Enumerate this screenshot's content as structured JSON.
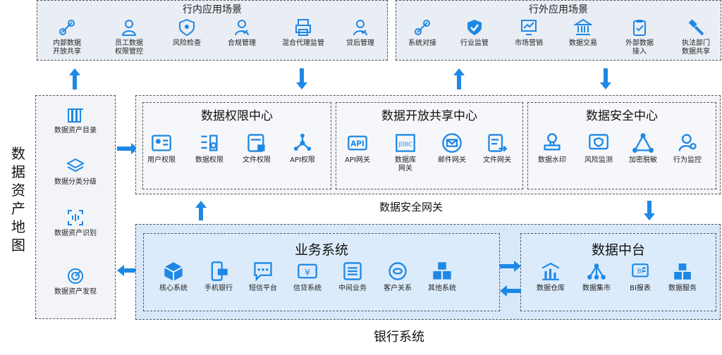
{
  "colors": {
    "accent": "#1e88e5",
    "panel_gray": "#e9edf4",
    "panel_blue": "#d8e8fb"
  },
  "internal": {
    "title": "行内应用场景",
    "items": [
      {
        "label": "内部数据\n开放共享",
        "icon": "link-icon"
      },
      {
        "label": "员工数据\n权限管控",
        "icon": "user-shield-icon"
      },
      {
        "label": "风险检查",
        "icon": "shield-pin-icon"
      },
      {
        "label": "合规管理",
        "icon": "user-check-icon"
      },
      {
        "label": "混合代理监管",
        "icon": "printer-icon"
      },
      {
        "label": "贷后管理",
        "icon": "user-check-icon"
      }
    ]
  },
  "external": {
    "title": "行外应用场景",
    "items": [
      {
        "label": "系统对接",
        "icon": "link-icon"
      },
      {
        "label": "行业监管",
        "icon": "shield-check-icon"
      },
      {
        "label": "市场营销",
        "icon": "monitor-chart-icon"
      },
      {
        "label": "数据交易",
        "icon": "bank-icon"
      },
      {
        "label": "外部数据\n接入",
        "icon": "clipboard-check-icon"
      },
      {
        "label": "执法部门\n数据共享",
        "icon": "gavel-icon"
      }
    ]
  },
  "asset_map": {
    "title": "数据资产地图",
    "items": [
      {
        "label": "数据资产目录",
        "icon": "books-icon"
      },
      {
        "label": "数据分类分级",
        "icon": "layers-icon"
      },
      {
        "label": "数据资产识别",
        "icon": "scan-icon"
      },
      {
        "label": "数据资产发现",
        "icon": "radar-icon"
      }
    ]
  },
  "perm_center": {
    "title": "数据权限中心",
    "items": [
      {
        "label": "用户权限",
        "icon": "id-card-icon"
      },
      {
        "label": "数据权限",
        "icon": "data-tag-icon"
      },
      {
        "label": "文件权限",
        "icon": "file-lock-icon"
      },
      {
        "label": "API权限",
        "icon": "api-nodes-icon"
      }
    ]
  },
  "share_center": {
    "title": "数据开放共享中心",
    "items": [
      {
        "label": "API网关",
        "icon": "api-text-icon"
      },
      {
        "label": "数据库\n网关",
        "icon": "jdbc-icon"
      },
      {
        "label": "邮件网关",
        "icon": "mail-user-icon"
      },
      {
        "label": "文件网关",
        "icon": "file-send-icon"
      }
    ]
  },
  "security_center": {
    "title": "数据安全中心",
    "items": [
      {
        "label": "数据水印",
        "icon": "stamp-icon"
      },
      {
        "label": "风险监测",
        "icon": "monitor-shield-icon"
      },
      {
        "label": "加密脱敏",
        "icon": "triangle-nodes-icon"
      },
      {
        "label": "行为监控",
        "icon": "user-search-icon"
      }
    ]
  },
  "gateway": {
    "title": "数据安全网关"
  },
  "business": {
    "title": "业务系统",
    "items": [
      {
        "label": "核心系统",
        "icon": "cube-icon"
      },
      {
        "label": "手机银行",
        "icon": "phone-card-icon"
      },
      {
        "label": "短信平台",
        "icon": "chat-icon"
      },
      {
        "label": "信贷系统",
        "icon": "yen-card-icon"
      },
      {
        "label": "中间业务",
        "icon": "list-icon"
      },
      {
        "label": "客户关系",
        "icon": "face-icon"
      },
      {
        "label": "其他系统",
        "icon": "cubes-icon"
      }
    ]
  },
  "middle": {
    "title": "数据中台",
    "items": [
      {
        "label": "数据仓库",
        "icon": "bar-bank-icon"
      },
      {
        "label": "数据集市",
        "icon": "network-icon"
      },
      {
        "label": "BI报表",
        "icon": "bi-icon"
      },
      {
        "label": "数据服务",
        "icon": "cubes-icon"
      }
    ]
  },
  "bank": {
    "title": "银行系统"
  }
}
